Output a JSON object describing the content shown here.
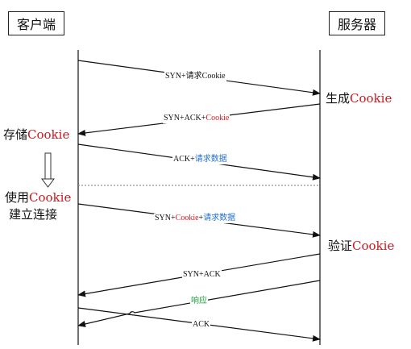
{
  "actors": {
    "client": "客户端",
    "server": "服务器"
  },
  "notes": {
    "generate": {
      "prefix": "生成",
      "highlight": "Cookie"
    },
    "store": {
      "prefix": "存储",
      "highlight": "Cookie"
    },
    "use": {
      "prefix": "使用",
      "highlight": "Cookie"
    },
    "establish": "建立连接",
    "verify": {
      "prefix": "验证",
      "highlight": "Cookie"
    }
  },
  "messages": [
    {
      "id": "m1",
      "direction": "client-to-server",
      "parts": [
        {
          "text": "SYN+请求Cookie",
          "color": "#111111"
        }
      ]
    },
    {
      "id": "m2",
      "direction": "server-to-client",
      "parts": [
        {
          "text": "SYN+ACK+",
          "color": "#111111"
        },
        {
          "text": "Cookie",
          "color": "#d0181e"
        }
      ]
    },
    {
      "id": "m3",
      "direction": "client-to-server",
      "parts": [
        {
          "text": "ACK+",
          "color": "#111111"
        },
        {
          "text": "请求数据",
          "color": "#1f6fd1"
        }
      ]
    },
    {
      "id": "m4",
      "direction": "client-to-server",
      "parts": [
        {
          "text": "SYN+",
          "color": "#111111"
        },
        {
          "text": "Cookie",
          "color": "#d0181e"
        },
        {
          "text": "+",
          "color": "#111111"
        },
        {
          "text": "请求数据",
          "color": "#1f6fd1"
        }
      ]
    },
    {
      "id": "m5",
      "direction": "server-to-client",
      "parts": [
        {
          "text": "SYN+ACK",
          "color": "#111111"
        }
      ]
    },
    {
      "id": "m6",
      "direction": "server-to-client",
      "parts": [
        {
          "text": "响应",
          "color": "#1a9c3a"
        }
      ]
    },
    {
      "id": "m7",
      "direction": "client-to-server",
      "parts": [
        {
          "text": "ACK",
          "color": "#111111"
        }
      ]
    }
  ],
  "colors": {
    "line": "#111111",
    "cookie": "#d0181e",
    "data": "#1f6fd1",
    "response": "#1a9c3a",
    "separator": "#777777"
  }
}
